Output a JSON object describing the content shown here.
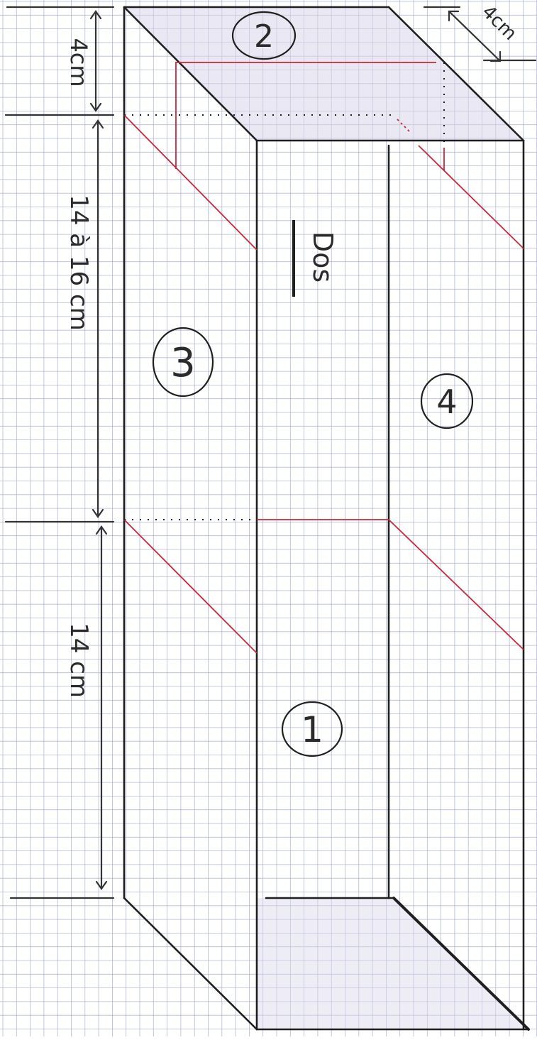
{
  "colors": {
    "paper": "#ffffff",
    "grid": "#9aa3c8",
    "ink": "#1f1f1f",
    "red": "#c8283a",
    "shade": "#d9d6ea"
  },
  "faces": {
    "top": "2",
    "left": "3",
    "right": "4",
    "front": "1"
  },
  "dimensions": {
    "depth": "4cm",
    "top_height": "4cm",
    "middle_height": "14 à 16 cm",
    "bottom_height": "14 cm"
  },
  "labels": {
    "back": "Dos"
  }
}
